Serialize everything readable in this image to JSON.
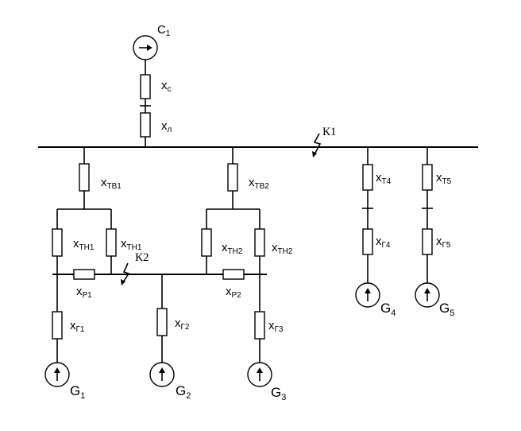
{
  "diagram": {
    "source": {
      "main": "C",
      "sub": "1"
    },
    "resistors": {
      "xc": {
        "main": "x",
        "sub": "c"
      },
      "xl": {
        "main": "x",
        "sub": "л"
      },
      "xtv1": {
        "main": "x",
        "sub": "ТВ1"
      },
      "xtv2": {
        "main": "x",
        "sub": "ТВ2"
      },
      "xt4": {
        "main": "x",
        "sub": "Т4"
      },
      "xt5": {
        "main": "x",
        "sub": "Т5"
      },
      "xtn1a": {
        "main": "x",
        "sub": "ТН1"
      },
      "xtn1b": {
        "main": "x",
        "sub": "ТН1"
      },
      "xtn2a": {
        "main": "x",
        "sub": "ТН2"
      },
      "xtn2b": {
        "main": "x",
        "sub": "ТН2"
      },
      "xp1": {
        "main": "x",
        "sub": "Р1"
      },
      "xp2": {
        "main": "x",
        "sub": "Р2"
      },
      "xg1": {
        "main": "x",
        "sub": "Г1"
      },
      "xg2": {
        "main": "x",
        "sub": "Г2"
      },
      "xg3": {
        "main": "x",
        "sub": "Г3"
      },
      "xg4": {
        "main": "x",
        "sub": "Г4"
      },
      "xg5": {
        "main": "x",
        "sub": "Г5"
      }
    },
    "generators": {
      "g1": {
        "main": "G",
        "sub": "1"
      },
      "g2": {
        "main": "G",
        "sub": "2"
      },
      "g3": {
        "main": "G",
        "sub": "3"
      },
      "g4": {
        "main": "G",
        "sub": "4"
      },
      "g5": {
        "main": "G",
        "sub": "5"
      }
    },
    "faults": {
      "k1": "К1",
      "k2": "К2"
    }
  }
}
